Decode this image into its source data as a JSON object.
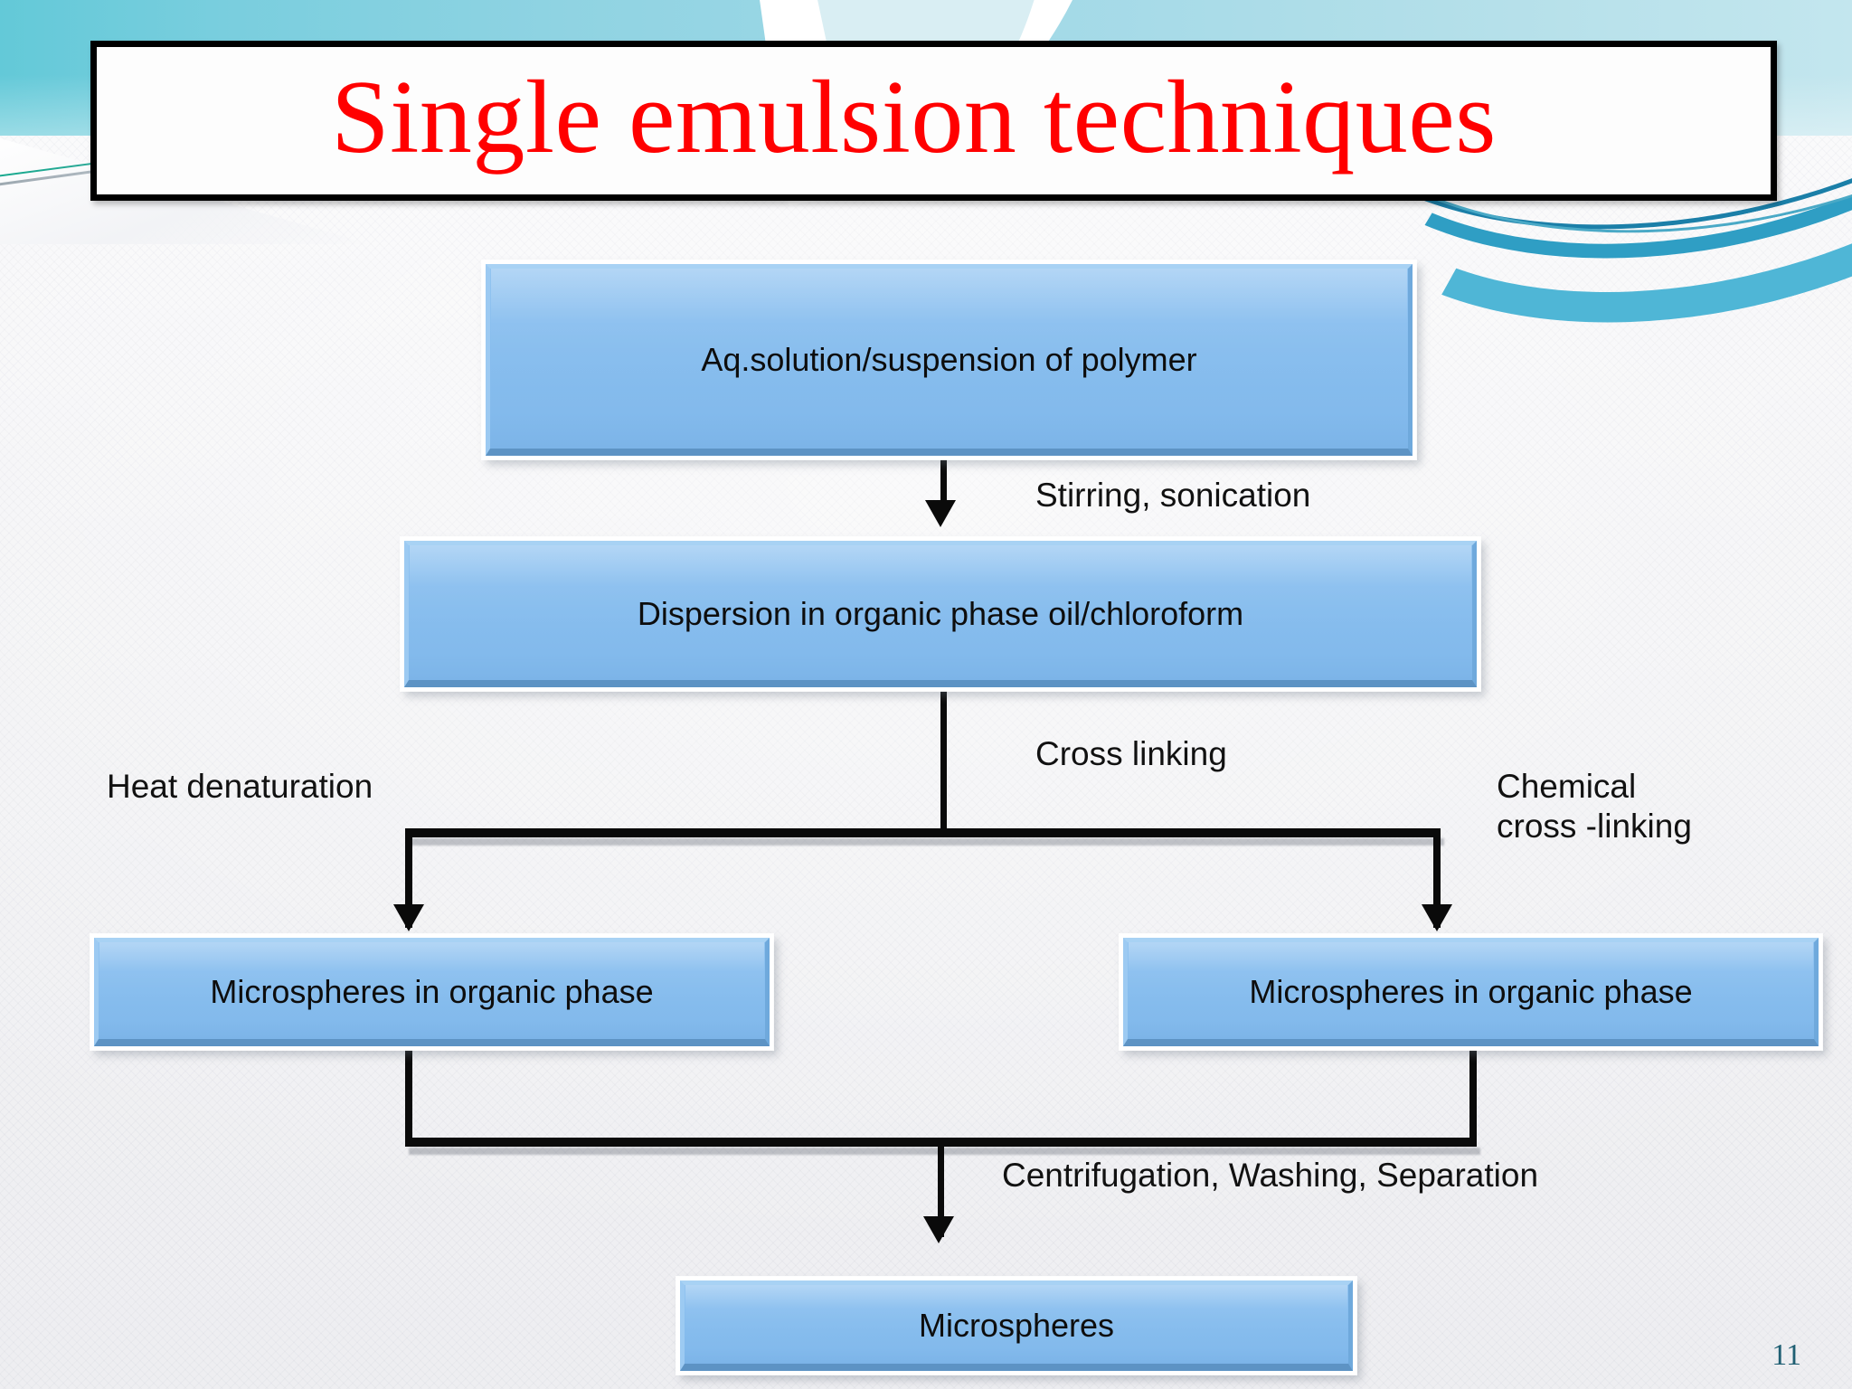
{
  "slide": {
    "title": "Single emulsion techniques",
    "page_number": "11",
    "title_color": "#ff0000",
    "box_fill_color": "#88bdef",
    "box_bevel_dark": "#5d93c4",
    "accent_band_color": "#8fd3e2",
    "page_number_color": "#1f5f73"
  },
  "flow": {
    "boxes": [
      {
        "id": "polymer",
        "label": "Aq.solution/suspension of polymer"
      },
      {
        "id": "dispersion",
        "label": "Dispersion in organic phase oil/chloroform"
      },
      {
        "id": "micro_left",
        "label": "Microspheres in organic phase"
      },
      {
        "id": "micro_right",
        "label": "Microspheres in organic phase"
      },
      {
        "id": "micro_final",
        "label": "Microspheres"
      }
    ],
    "edge_labels": {
      "stirring": "Stirring, sonication",
      "cross_linking": "Cross linking",
      "heat_denaturation": "Heat denaturation",
      "chemical_cross_linking_line1": "Chemical",
      "chemical_cross_linking_line2": "cross -linking",
      "centrifugation": "Centrifugation, Washing, Separation"
    }
  }
}
